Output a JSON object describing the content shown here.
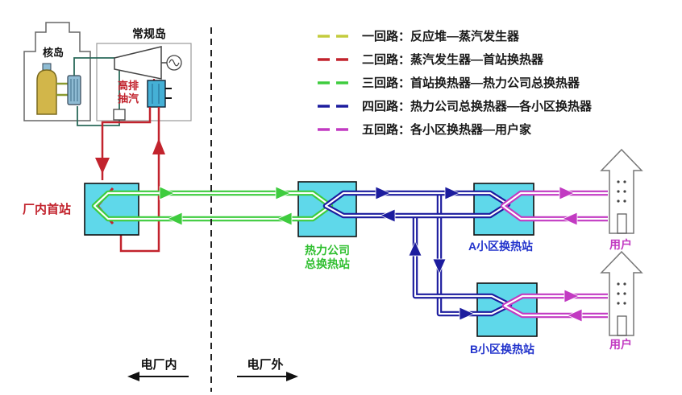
{
  "legend": {
    "items": [
      {
        "name": "loop1",
        "color": "#c3cc3d",
        "text": "一回路：反应堆—蒸汽发生器"
      },
      {
        "name": "loop2",
        "color": "#c2232d",
        "text": "二回路：蒸汽发生器—首站换热器"
      },
      {
        "name": "loop3",
        "color": "#3ecc3e",
        "text": "三回路：首站换热器—热力公司总换热器"
      },
      {
        "name": "loop4",
        "color": "#1c1c9e",
        "text": "四回路：热力公司总换热器—各小区换热器"
      },
      {
        "name": "loop5",
        "color": "#c23ac2",
        "text": "五回路：各小区换热器—用户家"
      }
    ]
  },
  "labels": {
    "nuclear_island": "核岛",
    "conventional_island": "常规岛",
    "high_exhaust_extraction": "高排\n抽汽",
    "plant_first_station": "厂内首站",
    "thermal_company_main_station": "热力公司\n总换热站",
    "district_a_station": "A小区换热站",
    "district_b_station": "B小区换热站",
    "user_a": "用户",
    "user_b": "用户",
    "inside_plant": "电厂内",
    "outside_plant": "电厂外"
  },
  "colors": {
    "heat_exchanger_box": "#5fd8ea",
    "loop1_primary": "#c3cc3d",
    "loop2_secondary": "#c2232d",
    "loop3_network": "#3ecc3e",
    "loop4_district": "#1c1c9e",
    "loop5_user": "#c23ac2",
    "reactor_vessel": "#d2b64a"
  }
}
